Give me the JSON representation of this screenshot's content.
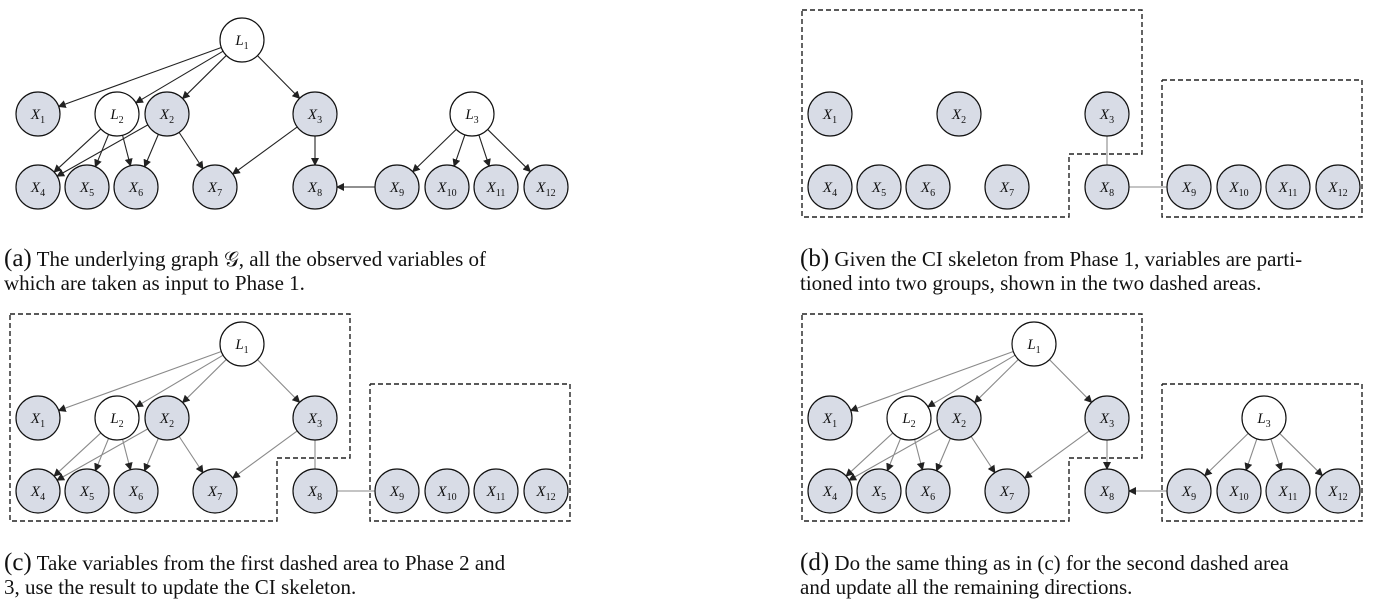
{
  "colors": {
    "observed_fill": "#d8dce6",
    "latent_fill": "#ffffff",
    "node_stroke": "#111111",
    "edge_black": "#222222",
    "edge_gray": "#8a8a8a"
  },
  "panels": [
    {
      "id": "a",
      "caption_tag": "(a)",
      "caption_lines": [
        " The underlying graph 𝒢, all the observed variables of",
        "which are taken as input to Phase 1."
      ],
      "nodes": [
        {
          "id": "L1",
          "label": "L",
          "sub": "1",
          "kind": "latent"
        },
        {
          "id": "X1",
          "label": "X",
          "sub": "1",
          "kind": "observed"
        },
        {
          "id": "L2",
          "label": "L",
          "sub": "2",
          "kind": "latent"
        },
        {
          "id": "X2",
          "label": "X",
          "sub": "2",
          "kind": "observed"
        },
        {
          "id": "X3",
          "label": "X",
          "sub": "3",
          "kind": "observed"
        },
        {
          "id": "L3",
          "label": "L",
          "sub": "3",
          "kind": "latent"
        },
        {
          "id": "X4",
          "label": "X",
          "sub": "4",
          "kind": "observed"
        },
        {
          "id": "X5",
          "label": "X",
          "sub": "5",
          "kind": "observed"
        },
        {
          "id": "X6",
          "label": "X",
          "sub": "6",
          "kind": "observed"
        },
        {
          "id": "X7",
          "label": "X",
          "sub": "7",
          "kind": "observed"
        },
        {
          "id": "X8",
          "label": "X",
          "sub": "8",
          "kind": "observed"
        },
        {
          "id": "X9",
          "label": "X",
          "sub": "9",
          "kind": "observed"
        },
        {
          "id": "X10",
          "label": "X",
          "sub": "10",
          "kind": "observed"
        },
        {
          "id": "X11",
          "label": "X",
          "sub": "11",
          "kind": "observed"
        },
        {
          "id": "X12",
          "label": "X",
          "sub": "12",
          "kind": "observed"
        }
      ],
      "edges": [
        {
          "from": "L1",
          "to": "X1",
          "directed": true,
          "tone": "black"
        },
        {
          "from": "L1",
          "to": "L2",
          "directed": true,
          "tone": "black"
        },
        {
          "from": "L1",
          "to": "X2",
          "directed": true,
          "tone": "black"
        },
        {
          "from": "L1",
          "to": "X3",
          "directed": true,
          "tone": "black"
        },
        {
          "from": "L2",
          "to": "X4",
          "directed": true,
          "tone": "black"
        },
        {
          "from": "L2",
          "to": "X5",
          "directed": true,
          "tone": "black"
        },
        {
          "from": "L2",
          "to": "X6",
          "directed": true,
          "tone": "black"
        },
        {
          "from": "X2",
          "to": "X4",
          "directed": true,
          "tone": "black"
        },
        {
          "from": "X2",
          "to": "X6",
          "directed": true,
          "tone": "black"
        },
        {
          "from": "X2",
          "to": "X7",
          "directed": true,
          "tone": "black"
        },
        {
          "from": "X3",
          "to": "X7",
          "directed": true,
          "tone": "black"
        },
        {
          "from": "X3",
          "to": "X8",
          "directed": true,
          "tone": "black"
        },
        {
          "from": "X9",
          "to": "X8",
          "directed": true,
          "tone": "black"
        },
        {
          "from": "L3",
          "to": "X9",
          "directed": true,
          "tone": "black"
        },
        {
          "from": "L3",
          "to": "X10",
          "directed": true,
          "tone": "black"
        },
        {
          "from": "L3",
          "to": "X11",
          "directed": true,
          "tone": "black"
        },
        {
          "from": "L3",
          "to": "X12",
          "directed": true,
          "tone": "black"
        }
      ],
      "dashed_areas": []
    },
    {
      "id": "b",
      "caption_tag": "(b)",
      "caption_lines": [
        " Given the CI skeleton from Phase 1, variables are parti-",
        "tioned into two groups, shown in the two dashed areas."
      ],
      "nodes": [
        {
          "id": "X1",
          "label": "X",
          "sub": "1",
          "kind": "observed"
        },
        {
          "id": "X2",
          "label": "X",
          "sub": "2",
          "kind": "observed"
        },
        {
          "id": "X3",
          "label": "X",
          "sub": "3",
          "kind": "observed"
        },
        {
          "id": "X4",
          "label": "X",
          "sub": "4",
          "kind": "observed"
        },
        {
          "id": "X5",
          "label": "X",
          "sub": "5",
          "kind": "observed"
        },
        {
          "id": "X6",
          "label": "X",
          "sub": "6",
          "kind": "observed"
        },
        {
          "id": "X7",
          "label": "X",
          "sub": "7",
          "kind": "observed"
        },
        {
          "id": "X8",
          "label": "X",
          "sub": "8",
          "kind": "observed"
        },
        {
          "id": "X9",
          "label": "X",
          "sub": "9",
          "kind": "observed"
        },
        {
          "id": "X10",
          "label": "X",
          "sub": "10",
          "kind": "observed"
        },
        {
          "id": "X11",
          "label": "X",
          "sub": "11",
          "kind": "observed"
        },
        {
          "id": "X12",
          "label": "X",
          "sub": "12",
          "kind": "observed"
        }
      ],
      "edges": [
        {
          "from": "X3",
          "to": "X8",
          "directed": false,
          "tone": "gray"
        },
        {
          "from": "X8",
          "to": "X9",
          "directed": false,
          "tone": "gray"
        }
      ],
      "dashed_areas": [
        "group-1",
        "group-2"
      ]
    },
    {
      "id": "c",
      "caption_tag": "(c)",
      "caption_lines": [
        " Take variables from the first dashed area to Phase 2 and",
        "3, use the result to update the CI skeleton."
      ],
      "nodes": [
        {
          "id": "L1",
          "label": "L",
          "sub": "1",
          "kind": "latent"
        },
        {
          "id": "X1",
          "label": "X",
          "sub": "1",
          "kind": "observed"
        },
        {
          "id": "L2",
          "label": "L",
          "sub": "2",
          "kind": "latent"
        },
        {
          "id": "X2",
          "label": "X",
          "sub": "2",
          "kind": "observed"
        },
        {
          "id": "X3",
          "label": "X",
          "sub": "3",
          "kind": "observed"
        },
        {
          "id": "X4",
          "label": "X",
          "sub": "4",
          "kind": "observed"
        },
        {
          "id": "X5",
          "label": "X",
          "sub": "5",
          "kind": "observed"
        },
        {
          "id": "X6",
          "label": "X",
          "sub": "6",
          "kind": "observed"
        },
        {
          "id": "X7",
          "label": "X",
          "sub": "7",
          "kind": "observed"
        },
        {
          "id": "X8",
          "label": "X",
          "sub": "8",
          "kind": "observed"
        },
        {
          "id": "X9",
          "label": "X",
          "sub": "9",
          "kind": "observed"
        },
        {
          "id": "X10",
          "label": "X",
          "sub": "10",
          "kind": "observed"
        },
        {
          "id": "X11",
          "label": "X",
          "sub": "11",
          "kind": "observed"
        },
        {
          "id": "X12",
          "label": "X",
          "sub": "12",
          "kind": "observed"
        }
      ],
      "edges": [
        {
          "from": "L1",
          "to": "X1",
          "directed": true,
          "tone": "gray"
        },
        {
          "from": "L1",
          "to": "L2",
          "directed": true,
          "tone": "gray"
        },
        {
          "from": "L1",
          "to": "X2",
          "directed": true,
          "tone": "gray"
        },
        {
          "from": "L1",
          "to": "X3",
          "directed": true,
          "tone": "gray"
        },
        {
          "from": "L2",
          "to": "X4",
          "directed": true,
          "tone": "gray"
        },
        {
          "from": "L2",
          "to": "X5",
          "directed": true,
          "tone": "gray"
        },
        {
          "from": "L2",
          "to": "X6",
          "directed": true,
          "tone": "gray"
        },
        {
          "from": "X2",
          "to": "X4",
          "directed": true,
          "tone": "gray"
        },
        {
          "from": "X2",
          "to": "X6",
          "directed": true,
          "tone": "gray"
        },
        {
          "from": "X2",
          "to": "X7",
          "directed": true,
          "tone": "gray"
        },
        {
          "from": "X3",
          "to": "X7",
          "directed": true,
          "tone": "gray"
        },
        {
          "from": "X3",
          "to": "X8",
          "directed": false,
          "tone": "gray"
        },
        {
          "from": "X8",
          "to": "X9",
          "directed": false,
          "tone": "gray"
        }
      ],
      "dashed_areas": [
        "group-1",
        "group-2"
      ]
    },
    {
      "id": "d",
      "caption_tag": "(d)",
      "caption_lines": [
        " Do the same thing as in (c) for the second dashed area",
        "and update all the remaining directions."
      ],
      "nodes": [
        {
          "id": "L1",
          "label": "L",
          "sub": "1",
          "kind": "latent"
        },
        {
          "id": "X1",
          "label": "X",
          "sub": "1",
          "kind": "observed"
        },
        {
          "id": "L2",
          "label": "L",
          "sub": "2",
          "kind": "latent"
        },
        {
          "id": "X2",
          "label": "X",
          "sub": "2",
          "kind": "observed"
        },
        {
          "id": "X3",
          "label": "X",
          "sub": "3",
          "kind": "observed"
        },
        {
          "id": "L3",
          "label": "L",
          "sub": "3",
          "kind": "latent"
        },
        {
          "id": "X4",
          "label": "X",
          "sub": "4",
          "kind": "observed"
        },
        {
          "id": "X5",
          "label": "X",
          "sub": "5",
          "kind": "observed"
        },
        {
          "id": "X6",
          "label": "X",
          "sub": "6",
          "kind": "observed"
        },
        {
          "id": "X7",
          "label": "X",
          "sub": "7",
          "kind": "observed"
        },
        {
          "id": "X8",
          "label": "X",
          "sub": "8",
          "kind": "observed"
        },
        {
          "id": "X9",
          "label": "X",
          "sub": "9",
          "kind": "observed"
        },
        {
          "id": "X10",
          "label": "X",
          "sub": "10",
          "kind": "observed"
        },
        {
          "id": "X11",
          "label": "X",
          "sub": "11",
          "kind": "observed"
        },
        {
          "id": "X12",
          "label": "X",
          "sub": "12",
          "kind": "observed"
        }
      ],
      "edges": [
        {
          "from": "L1",
          "to": "X1",
          "directed": true,
          "tone": "gray"
        },
        {
          "from": "L1",
          "to": "L2",
          "directed": true,
          "tone": "gray"
        },
        {
          "from": "L1",
          "to": "X2",
          "directed": true,
          "tone": "gray"
        },
        {
          "from": "L1",
          "to": "X3",
          "directed": true,
          "tone": "gray"
        },
        {
          "from": "L2",
          "to": "X4",
          "directed": true,
          "tone": "gray"
        },
        {
          "from": "L2",
          "to": "X5",
          "directed": true,
          "tone": "gray"
        },
        {
          "from": "L2",
          "to": "X6",
          "directed": true,
          "tone": "gray"
        },
        {
          "from": "X2",
          "to": "X4",
          "directed": true,
          "tone": "gray"
        },
        {
          "from": "X2",
          "to": "X6",
          "directed": true,
          "tone": "gray"
        },
        {
          "from": "X2",
          "to": "X7",
          "directed": true,
          "tone": "gray"
        },
        {
          "from": "X3",
          "to": "X7",
          "directed": true,
          "tone": "gray"
        },
        {
          "from": "X3",
          "to": "X8",
          "directed": true,
          "tone": "gray"
        },
        {
          "from": "X9",
          "to": "X8",
          "directed": true,
          "tone": "gray"
        },
        {
          "from": "L3",
          "to": "X9",
          "directed": true,
          "tone": "gray"
        },
        {
          "from": "L3",
          "to": "X10",
          "directed": true,
          "tone": "gray"
        },
        {
          "from": "L3",
          "to": "X11",
          "directed": true,
          "tone": "gray"
        },
        {
          "from": "L3",
          "to": "X12",
          "directed": true,
          "tone": "gray"
        }
      ],
      "dashed_areas": [
        "group-1",
        "group-2"
      ]
    }
  ]
}
